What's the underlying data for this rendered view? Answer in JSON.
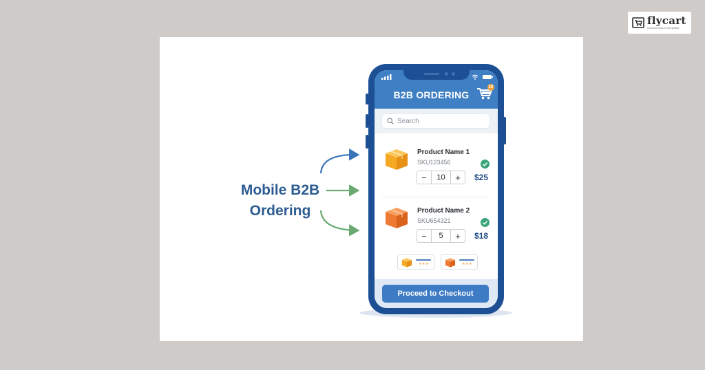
{
  "brand": {
    "name": "flycart",
    "tagline": "WooCommerce Simplified",
    "icon": "cart-logo-icon"
  },
  "side_label": {
    "line1": "Mobile B2B",
    "line2": "Ordering"
  },
  "app": {
    "title": "B2B ORDERING",
    "cart_badge": "10",
    "search": {
      "placeholder": "Search",
      "value": ""
    },
    "products": [
      {
        "name": "Product Name 1",
        "sku": "SKU123456",
        "quantity": "10",
        "price": "$25",
        "decrement": "−",
        "increment": "+"
      },
      {
        "name": "Product Name 2",
        "sku": "SKU654321",
        "quantity": "5",
        "price": "$18",
        "decrement": "−",
        "increment": "+"
      }
    ],
    "checkout_label": "Proceed to Checkout"
  },
  "colors": {
    "primary_blue": "#3f7fc4",
    "phone_frame": "#1d4f95",
    "accent_orange": "#f2a23a",
    "success_green": "#3aa57a",
    "arrow_green": "#6aaa72",
    "arrow_blue": "#3a74b8"
  }
}
